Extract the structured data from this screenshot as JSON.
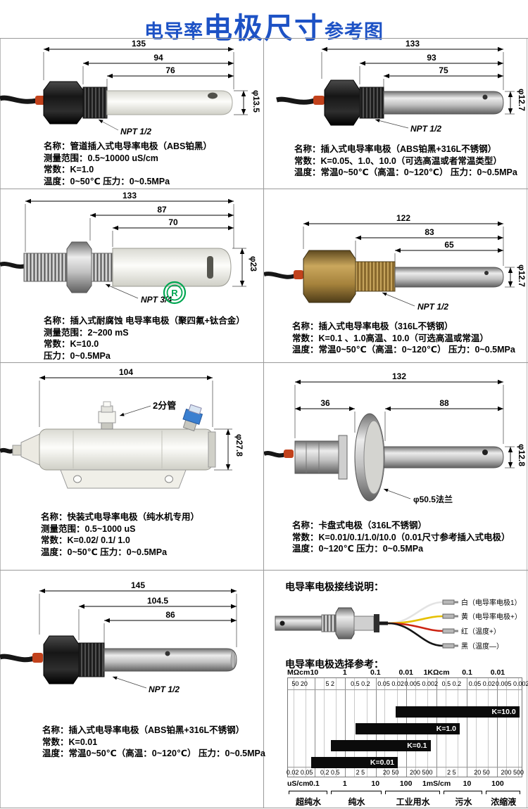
{
  "title": {
    "small1": "电导率",
    "big": "电极尺寸",
    "small2": "参考图"
  },
  "p1": {
    "dim_total": "135",
    "dim_mid": "94",
    "dim_inner": "76",
    "dia": "φ13.5",
    "thread": "NPT 1/2",
    "specs": [
      "名称：管道插入式电导率电极（ABS铂黑）",
      "测量范围：0.5~10000 uS/cm",
      "常数：K=1.0",
      "温度：0~50℃  压力：0~0.5MPa"
    ]
  },
  "p2": {
    "dim_total": "133",
    "dim_mid": "93",
    "dim_inner": "75",
    "dia": "φ12.7",
    "thread": "NPT 1/2",
    "specs": [
      "名称：插入式电导率电极（ABS铂黑+316L不锈钢）",
      "常数：K=0.05、1.0、10.0（可选高温或者常温类型）",
      "温度：常温0~50℃（高温：0~120℃）  压力：0~0.5MPa"
    ]
  },
  "p3": {
    "dim_total": "133",
    "dim_mid": "87",
    "dim_inner": "70",
    "dia": "φ23",
    "thread": "NPT 3/4",
    "mark": "R",
    "specs": [
      "名称：插入式耐腐蚀 电导率电极（聚四氟+钛合金）",
      "测量范围：2~200 mS",
      "常数：K=10.0",
      "压力：0~0.5MPa"
    ]
  },
  "p4": {
    "dim_total": "122",
    "dim_mid": "83",
    "dim_inner": "65",
    "dia": "φ12.7",
    "thread": "NPT 1/2",
    "specs": [
      "名称：插入式电导率电极（316L不锈钢）",
      "常数：K=0.1 、1.0高温、10.0（可选高温或常温）",
      "温度：常温0~50℃（高温：0~120℃）  压力：0~0.5MPa"
    ]
  },
  "p5": {
    "dim_total": "104",
    "fitting_label": "2分管",
    "dia": "φ27.8",
    "specs": [
      "名称：快装式电导率电极（纯水机专用）",
      "测量范围：0.5~1000 uS",
      "常数：K=0.02/ 0.1/ 1.0",
      "温度：0~50℃  压力：0~0.5MPa"
    ]
  },
  "p6": {
    "dim_total": "132",
    "dim_left": "36",
    "dim_rod": "88",
    "dia": "φ12.8",
    "flange_label": "φ50.5法兰",
    "specs": [
      "名称：卡盘式电极（316L不锈钢）",
      "常数：K=0.01/0.1/1.0/10.0（0.01尺寸参考插入式电极）",
      "温度：0~120℃  压力：0~0.5MPa"
    ]
  },
  "p7": {
    "dim_total": "145",
    "dim_mid": "104.5",
    "dim_inner": "86",
    "thread": "NPT 1/2",
    "specs": [
      "名称：插入式电导率电极（ABS铂黑+316L不锈钢）",
      "常数：K=0.01",
      "温度：常温0~50℃（高温：0~120℃）  压力：0~0.5MPa"
    ]
  },
  "p8": {
    "wiring_title": "电导率电极接线说明：",
    "wires": [
      {
        "color": "#e3e3e3",
        "label": "白（电导率电极1）"
      },
      {
        "color": "#e6c000",
        "label": "黄（电导率电极+）"
      },
      {
        "color": "#cc2413",
        "label": "红（温度+）"
      },
      {
        "color": "#141414",
        "label": "黑（温度—）"
      }
    ],
    "selection_title": "电导率电极选择参考：",
    "chart": {
      "type": "bar",
      "top_unit": "MΩcm",
      "top_major": [
        "10",
        "1",
        "0.1",
        "0.01",
        "1KΩcm",
        "0.1",
        "0.01"
      ],
      "top_minor": [
        "50 20",
        "5 2",
        "0.5 0.2",
        "0.05 0.02",
        "0.005 0.002",
        "0.5 0.2",
        "0.05 0.02",
        "0.005 0.002"
      ],
      "bottom_unit": "uS/cm",
      "bottom_major": [
        "0.1",
        "1",
        "10",
        "100",
        "1mS/cm",
        "10",
        "100"
      ],
      "bottom_minor": [
        "0.02 0.05",
        "0.2 0.5",
        "2 5",
        "20 50",
        "200 500",
        "2 5",
        "20 50",
        "200 500"
      ],
      "bars": [
        {
          "label": "K=10.0",
          "start_pct": 46,
          "end_pct": 99,
          "row": 1
        },
        {
          "label": "K=1.0",
          "start_pct": 29,
          "end_pct": 73.5,
          "row": 2
        },
        {
          "label": "K=0.1",
          "start_pct": 18.5,
          "end_pct": 61,
          "row": 3
        },
        {
          "label": "K=0.01",
          "start_pct": 10,
          "end_pct": 47,
          "row": 4
        }
      ],
      "water_types": [
        {
          "label": "超纯水",
          "start_pct": 0,
          "end_pct": 18
        },
        {
          "label": "纯水",
          "start_pct": 18,
          "end_pct": 41
        },
        {
          "label": "工业用水",
          "start_pct": 41,
          "end_pct": 66
        },
        {
          "label": "污水",
          "start_pct": 66,
          "end_pct": 84
        },
        {
          "label": "浓缩液",
          "start_pct": 84,
          "end_pct": 100
        }
      ]
    }
  }
}
